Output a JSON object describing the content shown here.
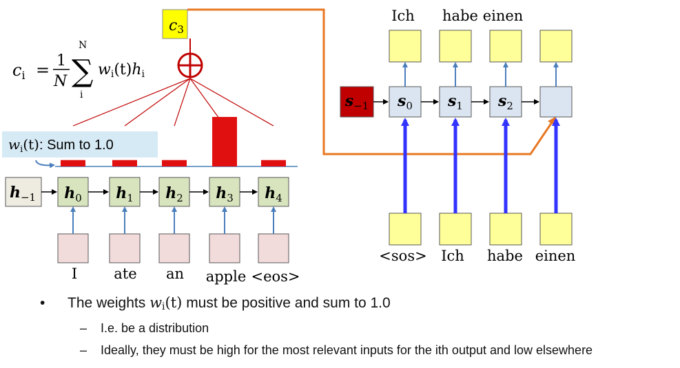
{
  "context": {
    "label": "c",
    "sub": "3"
  },
  "formula": {
    "lhs_var": "c",
    "lhs_sub": "i",
    "frac_num": "1",
    "frac_den": "N",
    "sum_top": "N",
    "sum_bottom": "i",
    "term_w": "w",
    "term_w_sub": "i",
    "term_arg": "(t)",
    "term_h": "h",
    "term_h_sub": "i"
  },
  "weights_box": {
    "w": "w",
    "w_sub": "i",
    "arg": "(t)",
    "text": ": Sum to 1.0"
  },
  "weights": [
    0.08,
    0.08,
    0.08,
    0.62,
    0.08
  ],
  "colors": {
    "orange": "#e87722",
    "blue": "#4a7ebb",
    "thick_blue": "#3333ff",
    "red": "#e01010",
    "dark_red": "#c00000",
    "green_box": "#d7e4bd",
    "pink_box": "#f2dcdb",
    "yellow_box": "#ffff99",
    "blue_box": "#dbe5f1",
    "weights_bg": "#d6eaf5"
  },
  "encoder": {
    "initial": {
      "var": "h",
      "sub": "−1"
    },
    "states": [
      {
        "var": "h",
        "sub": "0"
      },
      {
        "var": "h",
        "sub": "1"
      },
      {
        "var": "h",
        "sub": "2"
      },
      {
        "var": "h",
        "sub": "3"
      },
      {
        "var": "h",
        "sub": "4"
      }
    ],
    "words": [
      "I",
      "ate",
      "an",
      "apple",
      "<eos>"
    ]
  },
  "decoder": {
    "initial": {
      "var": "s",
      "sub": "−1"
    },
    "states": [
      {
        "var": "s",
        "sub": "0"
      },
      {
        "var": "s",
        "sub": "1"
      },
      {
        "var": "s",
        "sub": "2"
      },
      {
        "var": "",
        "sub": ""
      }
    ],
    "output_words": [
      "Ich",
      "habe",
      "einen"
    ],
    "input_words": [
      "<sos>",
      "Ich",
      "habe",
      "einen"
    ]
  },
  "bullets": {
    "main_before": "The weights ",
    "main_w": "w",
    "main_w_sub": "i",
    "main_arg": "(t)",
    "main_after": " must be positive and sum to 1.0",
    "sub1": "I.e. be a distribution",
    "sub2": "Ideally, they must be high for the most relevant inputs for the ith output and low elsewhere"
  }
}
